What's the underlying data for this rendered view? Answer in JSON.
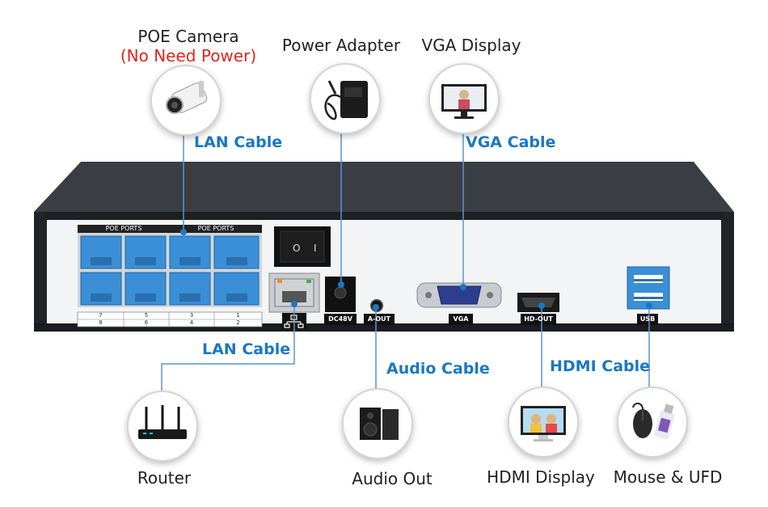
{
  "devices": {
    "poe_camera": {
      "label": "POE Camera",
      "note": "(No Need Power)"
    },
    "power_adapter": {
      "label": "Power Adapter"
    },
    "vga_display": {
      "label": "VGA Display"
    },
    "router": {
      "label": "Router"
    },
    "audio_out": {
      "label": "Audio Out"
    },
    "hdmi_display": {
      "label": "HDMI Display"
    },
    "mouse_ufd": {
      "label": "Mouse & UFD"
    }
  },
  "cables": {
    "lan_top": "LAN Cable",
    "vga": "VGA Cable",
    "lan_router": "LAN Cable",
    "audio": "Audio Cable",
    "hdmi": "HDMI Cable"
  },
  "panel": {
    "poe_ports_left": "POE  PORTS",
    "poe_ports_right": "POE  PORTS",
    "port_numbers_top": [
      "7",
      "5",
      "3",
      "1"
    ],
    "port_numbers_bottom": [
      "8",
      "6",
      "4",
      "2"
    ],
    "dc_label": "DC48V",
    "aout_label": "A-OUT",
    "vga_label": "VGA",
    "hdout_label": "HD-OUT",
    "usb_label": "USB"
  },
  "colors": {
    "cable_text": "#1a78c2",
    "note_text": "#e0261b",
    "port_blue": "#3a8fd6",
    "chassis": "#2b2e33"
  }
}
